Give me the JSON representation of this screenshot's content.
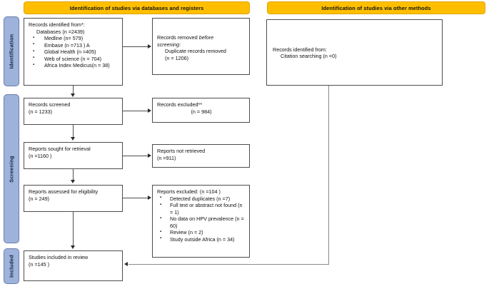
{
  "banners": {
    "left": "Identification of studies via databases and registers",
    "right": "Identification of studies via other methods"
  },
  "phases": [
    {
      "id": "identification",
      "label": "Identification"
    },
    {
      "id": "screening",
      "label": "Screening"
    },
    {
      "id": "included",
      "label": "Included"
    }
  ],
  "boxes": {
    "identified": {
      "title": "Records identified from*:",
      "subtitle": "Databases (n =2439)",
      "items": [
        "Medline (n= 579)",
        "Embase (n =713 ) A",
        "Global Health (n =405)",
        "Web of science (n = 704)",
        "Africa Index Medicus(n = 38)"
      ]
    },
    "removed": {
      "line1": "Records removed ",
      "line1_italic": "before",
      "line2_italic": "screening",
      "line2_rest": ":",
      "line3": "Duplicate records removed",
      "line4": "(n = 1206)"
    },
    "other_identified": {
      "line1": "Records identified from:",
      "line2": "Citation searching (n =0)"
    },
    "screened": {
      "line1": "Records screened",
      "line2": "(n = 1233)"
    },
    "excluded": {
      "line1": "Records excluded**",
      "line2": "(n = 984)"
    },
    "sought": {
      "line1": "Reports sought for retrieval",
      "line2": "(n =1160 )"
    },
    "not_retrieved": {
      "line1": "Reports not retrieved",
      "line2": "(n =911)"
    },
    "assessed": {
      "line1": "Reports assessed for eligibility",
      "line2": "(n = 249)"
    },
    "reports_excluded": {
      "title": "Reports excluded: (n =104 )",
      "items": [
        "Detected duplicates (n =7)",
        "Full text or abstract not found (n = 1)",
        "No data on HPV prevalence (n = 60)",
        "Review (n = 2)",
        "Study outside Africa (n = 34)"
      ]
    },
    "included": {
      "line1": "Studies included in review",
      "line2": "(n =145 )"
    }
  },
  "colors": {
    "banner": "#FFBF00",
    "phase_bar": "#9DB3DC",
    "box_border": "#4d4d4d",
    "connector": "#4d4d4d"
  }
}
